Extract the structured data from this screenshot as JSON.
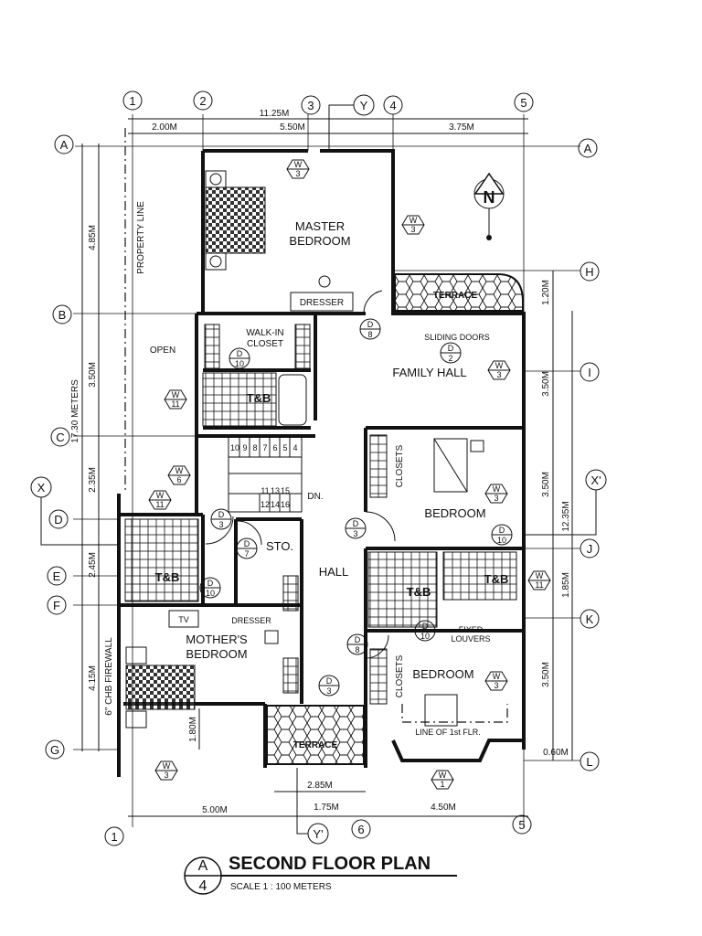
{
  "title_block": {
    "drawing_letter": "A",
    "sheet_number": "4",
    "title": "SECOND FLOOR PLAN",
    "scale": "SCALE 1 : 100 METERS"
  },
  "north_label": "N",
  "grid_numbers": [
    "1",
    "2",
    "3",
    "4",
    "5",
    "6"
  ],
  "grid_letters": [
    "A",
    "B",
    "C",
    "D",
    "E",
    "F",
    "G",
    "H",
    "I",
    "J",
    "K",
    "L"
  ],
  "section_marks": [
    "X",
    "X'",
    "Y",
    "Y'"
  ],
  "dimensions": {
    "top_total": "11.25M",
    "top_a": "2.00M",
    "top_b": "5.50M",
    "top_c": "3.75M",
    "left_total": "17.30 METERS",
    "left_a": "4.85M",
    "left_b": "3.50M",
    "left_c": "2.35M",
    "left_d": "2.45M",
    "left_e": "4.15M",
    "right_total": "12.35M",
    "right_a": "1.20M",
    "right_b": "3.50M",
    "right_c": "3.50M",
    "right_d": "1.85M",
    "right_e": "3.50M",
    "right_f": "0.60M",
    "bottom_a": "5.00M",
    "bottom_b": "1.75M",
    "bottom_c": "4.50M",
    "bottom_d": "2.85M",
    "bottom_e": "1.80M"
  },
  "rooms": {
    "master_bedroom_1": "MASTER",
    "master_bedroom_2": "BEDROOM",
    "dresser": "DRESSER",
    "terrace_top": "TERRACE",
    "walk_in_1": "WALK-IN",
    "walk_in_2": "CLOSET",
    "open": "OPEN",
    "tb": "T&B",
    "family_hall": "FAMILY HALL",
    "sliding_doors": "SLIDING  DOORS",
    "closets": "CLOSETS",
    "bedroom": "BEDROOM",
    "hall": "HALL",
    "sto": "STO.",
    "dn": "DN.",
    "mothers_1": "MOTHER'S",
    "mothers_2": "BEDROOM",
    "dresser_small": "DRESSER",
    "tv": "TV",
    "terrace_bottom": "TERRACE",
    "fixed_1": "FIXED",
    "fixed_2": "LOUVERS",
    "line_first": "LINE OF 1st FLR.",
    "property_line": "PROPERTY LINE",
    "firewall": "6\" CHB FIREWALL"
  },
  "stair_upper": [
    "10",
    "9",
    "8",
    "7",
    "6",
    "5",
    "4"
  ],
  "stair_lower": [
    "11",
    "12",
    "13",
    "14",
    "15",
    "16"
  ],
  "window_tags": {
    "w1": {
      "top": "W",
      "bottom": "1"
    },
    "w3": {
      "top": "W",
      "bottom": "3"
    },
    "w6": {
      "top": "W",
      "bottom": "6"
    },
    "w11": {
      "top": "W",
      "bottom": "11"
    }
  },
  "door_tags": {
    "d2": {
      "top": "D",
      "bottom": "2"
    },
    "d3": {
      "top": "D",
      "bottom": "3"
    },
    "d7": {
      "top": "D",
      "bottom": "7"
    },
    "d8": {
      "top": "D",
      "bottom": "8"
    },
    "d10": {
      "top": "D",
      "bottom": "10"
    }
  }
}
